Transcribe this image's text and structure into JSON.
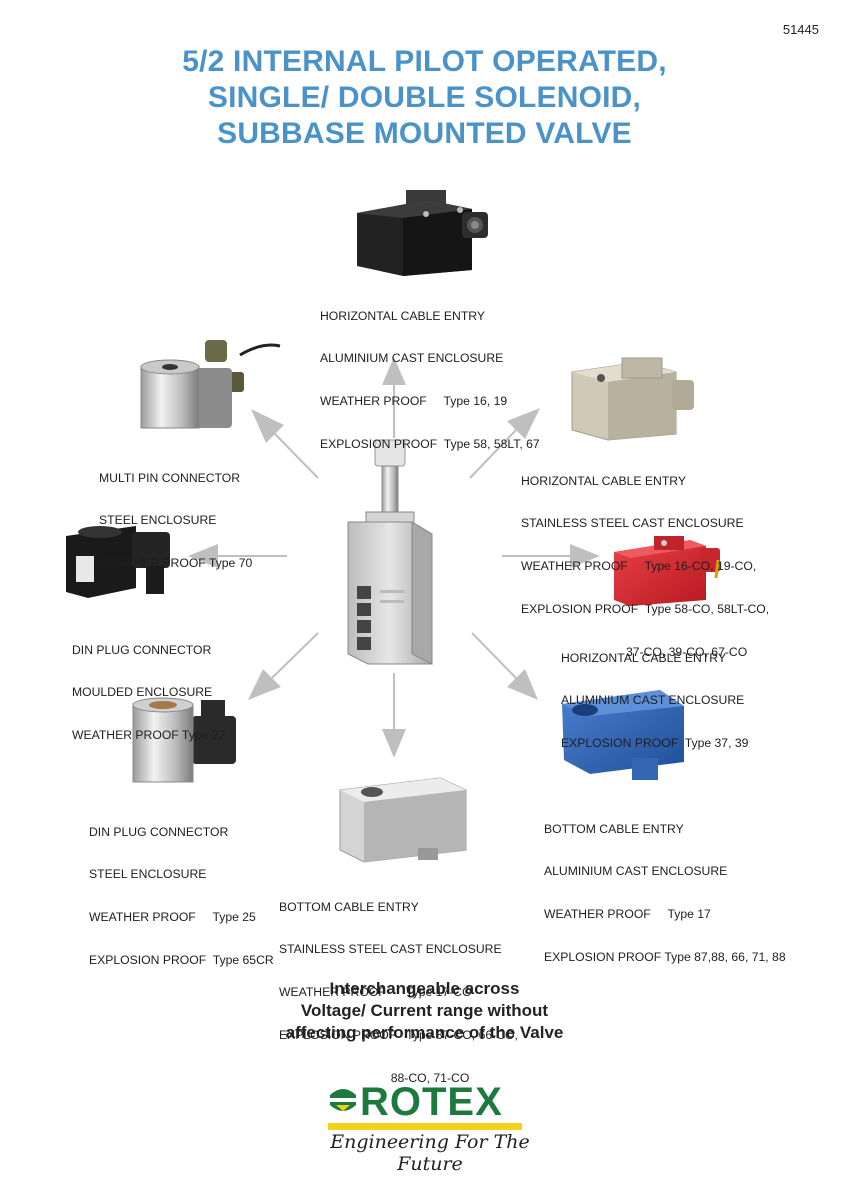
{
  "doc_number": "51445",
  "title": {
    "line1": "5/2 INTERNAL PILOT OPERATED,",
    "line2": "SINGLE/ DOUBLE SOLENOID,",
    "line3": "SUBBASE MOUNTED  VALVE"
  },
  "options": {
    "top": {
      "line1": "HORIZONTAL CABLE ENTRY",
      "line2": "ALUMINIUM CAST ENCLOSURE",
      "line3": "WEATHER PROOF     Type 16, 19",
      "line4": "EXPLOSION PROOF  Type 58, 58LT, 67",
      "enclosure_color": "#2a2a2a"
    },
    "upper_left": {
      "line1": "MULTI PIN CONNECTOR",
      "line2": "STEEL ENCLOSURE",
      "line3": "WEATHER PROOF Type 70"
    },
    "upper_right": {
      "line1": "HORIZONTAL CABLE ENTRY",
      "line2": "STAINLESS STEEL CAST ENCLOSURE",
      "line3": "WEATHER PROOF     Type 16-CO, 19-CO,",
      "line4": "EXPLOSION PROOF  Type 58-CO, 58LT-CO,",
      "line5": "                               37-CO, 39-CO, 67-CO",
      "enclosure_color": "#cfc9b6"
    },
    "left": {
      "line1": "DIN PLUG CONNECTOR",
      "line2": "MOULDED ENCLOSURE",
      "line3": "WEATHER PROOF Type 22"
    },
    "right": {
      "line1": "HORIZONTAL CABLE ENTRY",
      "line2": "ALUMINIUM CAST ENCLOSURE",
      "line3": "EXPLOSION PROOF  Type 37, 39",
      "enclosure_color": "#d8232a"
    },
    "lower_left": {
      "line1": "DIN PLUG CONNECTOR",
      "line2": "STEEL ENCLOSURE",
      "line3": "WEATHER PROOF     Type 25",
      "line4": "EXPLOSION PROOF  Type 65CR"
    },
    "lower_right": {
      "line1": "BOTTOM CABLE ENTRY",
      "line2": "ALUMINIUM CAST ENCLOSURE",
      "line3": "WEATHER PROOF     Type 17",
      "line4": "EXPLOSION PROOF Type 87,88, 66, 71, 88",
      "enclosure_color": "#2f62b0"
    },
    "bottom": {
      "line1": "BOTTOM CABLE ENTRY",
      "line2": "STAINLESS STEEL CAST ENCLOSURE",
      "line3": "WEATHER PROOF      Type 17-CO",
      "line4": "EXPLOSION PROOF   Type 87-CO, 66-CO,",
      "line5": "                                 88-CO, 71-CO"
    }
  },
  "tagline": {
    "line1": "Interchangeable across",
    "line2": "Voltage/ Current range without",
    "line3": "affecting performance of the Valve"
  },
  "logo": {
    "brand": "ROTEX",
    "slogan": "Engineering For The Future",
    "brand_color": "#1d7a3e",
    "bar_color": "#f2d21b"
  },
  "colors": {
    "title": "#4a92c8",
    "arrow": "#bfbfbf"
  }
}
